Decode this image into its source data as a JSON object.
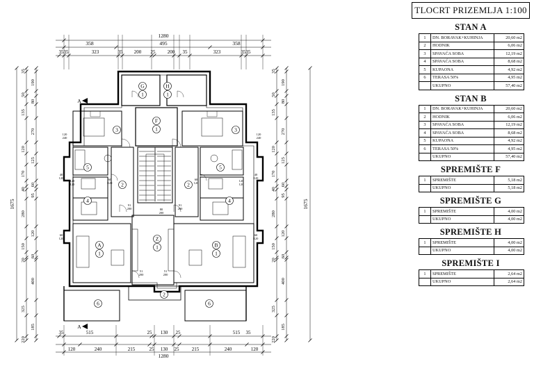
{
  "title": "TLOCRT PRIZEMLJA 1:100",
  "sections": [
    {
      "name": "STAN A",
      "rows": [
        {
          "n": "1",
          "room": "DN. BORAVAK+KUHINJA",
          "area": "20,60 m2"
        },
        {
          "n": "2",
          "room": "HODNIK",
          "area": "6,06 m2"
        },
        {
          "n": "3",
          "room": "SPAVAĆA SOBA",
          "area": "12,19 m2"
        },
        {
          "n": "4",
          "room": "SPAVAĆA SOBA",
          "area": "8,68 m2"
        },
        {
          "n": "5",
          "room": "KUPAONA",
          "area": "4,92 m2"
        },
        {
          "n": "6",
          "room": "TERASA 50%",
          "area": "4,95 m2"
        }
      ],
      "total": {
        "room": "UKUPNO",
        "area": "57,40 m2"
      }
    },
    {
      "name": "STAN B",
      "rows": [
        {
          "n": "1",
          "room": "DN. BORAVAK+KUHINJA",
          "area": "20,60 m2"
        },
        {
          "n": "2",
          "room": "HODNIK",
          "area": "6,06 m2"
        },
        {
          "n": "3",
          "room": "SPAVAĆA SOBA",
          "area": "12,19 m2"
        },
        {
          "n": "4",
          "room": "SPAVAĆA SOBA",
          "area": "8,68 m2"
        },
        {
          "n": "5",
          "room": "KUPAONA",
          "area": "4,92 m2"
        },
        {
          "n": "6",
          "room": "TERASA 50%",
          "area": "4,95 m2"
        }
      ],
      "total": {
        "room": "UKUPNO",
        "area": "57,40 m2"
      }
    },
    {
      "name": "SPREMIŠTE F",
      "rows": [
        {
          "n": "1",
          "room": "SPREMIŠTE",
          "area": "5,18 m2"
        }
      ],
      "total": {
        "room": "UKUPNO",
        "area": "5,18 m2"
      }
    },
    {
      "name": "SPREMIŠTE G",
      "rows": [
        {
          "n": "1",
          "room": "SPREMIŠTE",
          "area": "4,00 m2"
        }
      ],
      "total": {
        "room": "UKUPNO",
        "area": "4,00 m2"
      }
    },
    {
      "name": "SPREMIŠTE H",
      "rows": [
        {
          "n": "1",
          "room": "SPREMIŠTE",
          "area": "4,00 m2"
        }
      ],
      "total": {
        "room": "UKUPNO",
        "area": "4,00 m2"
      }
    },
    {
      "name": "SPREMIŠTE I",
      "rows": [
        {
          "n": "1",
          "room": "SPREMIŠTE",
          "area": "2,64 m2"
        }
      ],
      "total": {
        "room": "UKUPNO",
        "area": "2,64 m2"
      }
    }
  ],
  "plan": {
    "dims_top": {
      "overall": "1280",
      "mid": [
        "358",
        "495",
        "358"
      ],
      "detail": [
        "35",
        "35",
        "323",
        "35",
        "200",
        "25",
        "200",
        "35",
        "323",
        "35",
        "35"
      ]
    },
    "dims_bottom": {
      "overall": "1280",
      "mid": [
        "35",
        "515",
        "25",
        "130",
        "25",
        "515",
        "35"
      ],
      "detail": [
        "120",
        "240",
        "215",
        "25",
        "130",
        "25",
        "215",
        "240",
        "120"
      ]
    },
    "dims_left": {
      "overall": "1675",
      "chain": [
        "35",
        "190",
        "50",
        "80",
        "135",
        "270",
        "120",
        "125",
        "170",
        "60",
        "40",
        "95",
        "280",
        "120",
        "150",
        "60",
        "20",
        "400",
        "325",
        "185",
        "220",
        "35"
      ]
    },
    "dims_right": {
      "overall": "1675",
      "chain": [
        "35",
        "190",
        "50",
        "80",
        "135",
        "270",
        "120",
        "125",
        "170",
        "60",
        "40",
        "95",
        "280",
        "120",
        "150",
        "60",
        "20",
        "400",
        "325",
        "185",
        "220",
        "35"
      ]
    },
    "section_mark": "A",
    "rooms": [
      {
        "label": "G",
        "num": "1"
      },
      {
        "label": "H",
        "num": "1"
      },
      {
        "label": "F",
        "num": "1"
      },
      {
        "label": "A",
        "num": "1"
      },
      {
        "label": "B",
        "num": "1"
      },
      {
        "label": "Z",
        "num": "1"
      },
      {
        "label": "",
        "num": "3"
      },
      {
        "label": "",
        "num": "3"
      },
      {
        "label": "",
        "num": "5"
      },
      {
        "label": "",
        "num": "5"
      },
      {
        "label": "",
        "num": "4"
      },
      {
        "label": "",
        "num": "4"
      },
      {
        "label": "",
        "num": "2"
      },
      {
        "label": "",
        "num": "2"
      },
      {
        "label": "",
        "num": "2"
      },
      {
        "label": "",
        "num": "6"
      },
      {
        "label": "",
        "num": "6"
      }
    ],
    "openings": [
      "120/240",
      "120/240",
      "40/120",
      "40/120",
      "60/120",
      "60/120",
      "91/200",
      "91/200",
      "80/200",
      "60/120",
      "60/120",
      "120/120",
      "120/120",
      "51/200",
      "51/200"
    ]
  }
}
